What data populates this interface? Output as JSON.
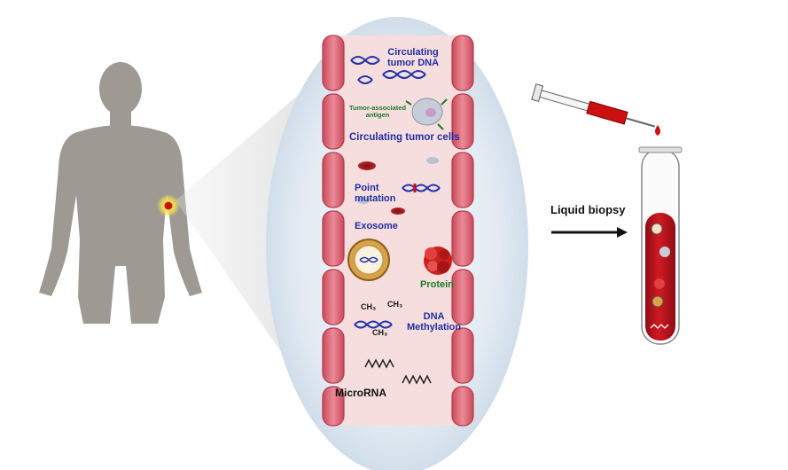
{
  "labels": {
    "ctdna_line1": "Circulating",
    "ctdna_line2": "tumor DNA",
    "antigen_line1": "Tumor-associated",
    "antigen_line2": "antigen",
    "ctc": "Circulating tumor cells",
    "point_line1": "Point",
    "point_line2": "mutation",
    "exosome": "Exosome",
    "protein": "Protein",
    "methyl_line1": "DNA",
    "methyl_line2": "Methylation",
    "ch3_a": "CH₃",
    "ch3_b": "CH₃",
    "ch3_c": "CH₃",
    "microrna": "MicroRNA",
    "liquid_biopsy": "Liquid biopsy"
  },
  "colors": {
    "body_silhouette": "#9e9a93",
    "vessel_wall": "#d9606f",
    "vessel_lumen": "#f7dede",
    "lens_fill": "#e3ecf4",
    "dna_blue": "#2233aa",
    "blood": "#c0121c",
    "syringe_red": "#cc1010",
    "label_blue": "#1f2f9f",
    "label_green": "#1e7a2a"
  },
  "icons": [
    "human-silhouette",
    "dna-helix",
    "tumor-cell",
    "red-blood-cell",
    "exosome-vesicle",
    "protein-cluster",
    "microrna-strand",
    "syringe",
    "blood-drop",
    "test-tube",
    "arrow-right"
  ]
}
